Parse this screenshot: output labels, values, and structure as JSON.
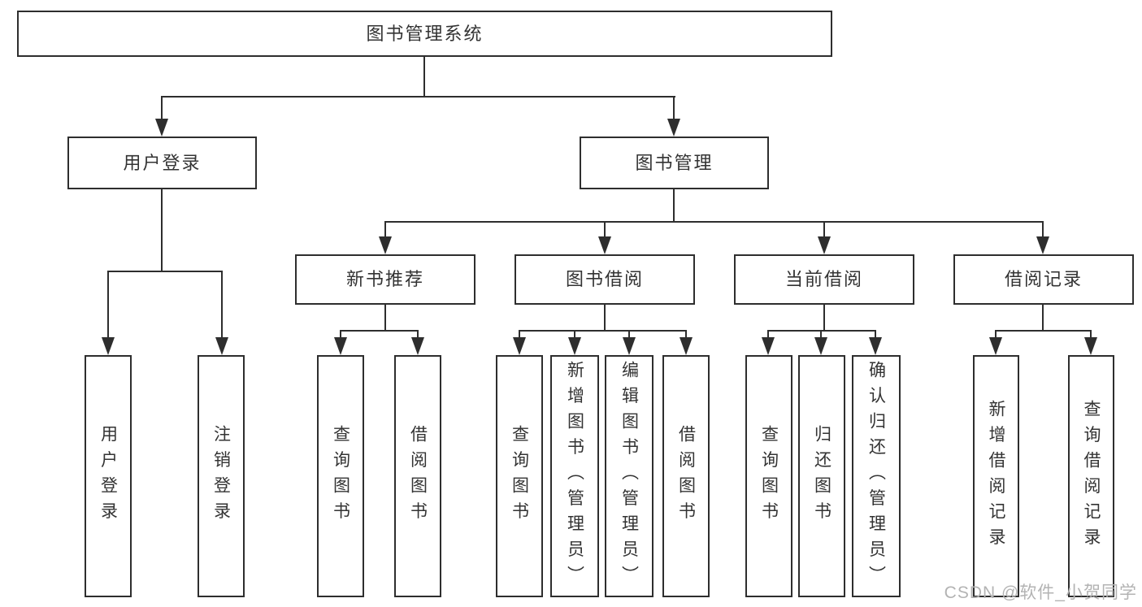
{
  "diagram": {
    "root": {
      "label": "图书管理系统"
    },
    "level2": {
      "user_login": {
        "label": "用户登录"
      },
      "book_management": {
        "label": "图书管理"
      }
    },
    "level3": {
      "new_book_recommend": {
        "label": "新书推荐"
      },
      "book_borrowing": {
        "label": "图书借阅"
      },
      "current_borrowing": {
        "label": "当前借阅"
      },
      "borrowing_records": {
        "label": "借阅记录"
      }
    },
    "leaves": {
      "login": {
        "label": "用户登录"
      },
      "logout": {
        "label": "注销登录"
      },
      "recommend_query": {
        "label": "查询图书"
      },
      "recommend_borrow": {
        "label": "借阅图书"
      },
      "borrowing_query": {
        "label": "查询图书"
      },
      "borrowing_add_admin": {
        "label": "新增图书（管理员）"
      },
      "borrowing_edit_admin": {
        "label": "编辑图书（管理员）"
      },
      "borrowing_borrow": {
        "label": "借阅图书"
      },
      "current_query": {
        "label": "查询图书"
      },
      "current_return": {
        "label": "归还图书"
      },
      "current_confirm_admin": {
        "label": "确认归还（管理员）"
      },
      "records_add": {
        "label": "新增借阅记录"
      },
      "records_query": {
        "label": "查询借阅记录"
      }
    }
  },
  "watermark": {
    "text": "CSDN @软件_小贺同学"
  },
  "colors": {
    "line": "#2e2e2e",
    "text": "#333333",
    "watermark": "#b3b3b3",
    "background": "#ffffff"
  }
}
